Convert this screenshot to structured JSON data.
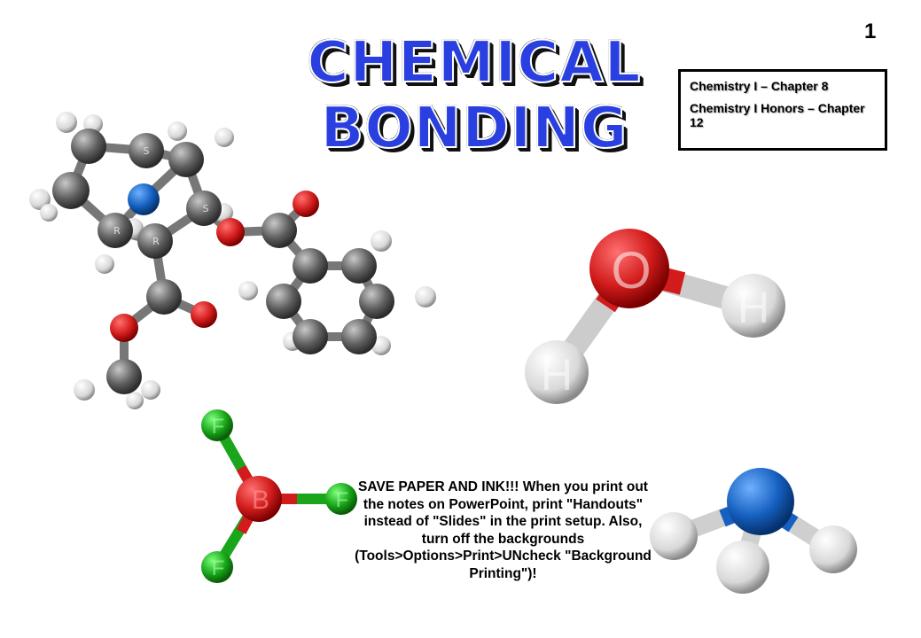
{
  "slide": {
    "number": "1",
    "title_line1": "CHEMICAL",
    "title_line2": "BONDING"
  },
  "chapter_box": {
    "line1": "Chemistry I – Chapter 8",
    "line2": "Chemistry I Honors – Chapter 12"
  },
  "notice": "SAVE PAPER AND INK!!! When you print out the notes on PowerPoint, print \"Handouts\" instead of \"Slides\" in the print setup. Also, turn off the backgrounds (Tools>Options>Print>UNcheck \"Background Printing\")!",
  "water_labels": {
    "oxygen": "O",
    "h1": "H",
    "h2": "H"
  },
  "bf3_labels": {
    "boron": "B",
    "f1": "F",
    "f2": "F",
    "f3": "F"
  },
  "cocaine_labels": {
    "s1": "S",
    "s2": "S",
    "r1": "R",
    "r2": "R"
  },
  "colors": {
    "title_blue": "#2a3fe0",
    "oxygen_red": "#d82020",
    "fluorine_green": "#1aa51a",
    "nitrogen_blue": "#1560c0",
    "carbon_gray": "#555555",
    "hydrogen_white": "#e8e8e8"
  }
}
